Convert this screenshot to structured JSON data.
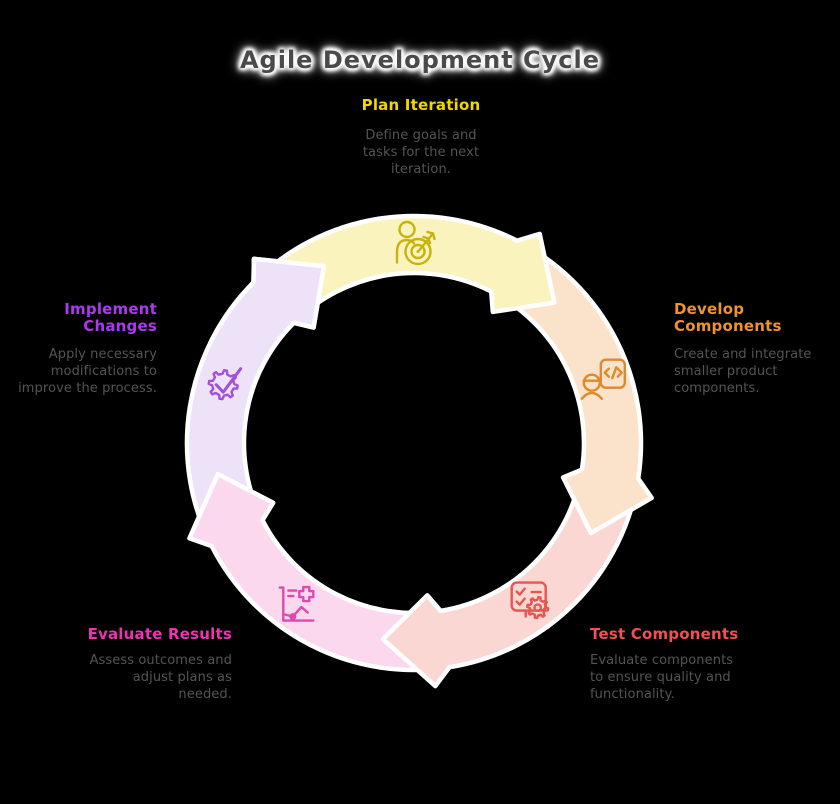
{
  "title": "Agile Development Cycle",
  "colors": {
    "background": "#000000",
    "title_text": "#4a4a4a",
    "title_halo": "#ffffff",
    "description_text": "#545454",
    "segment_outline": "#ffffff"
  },
  "steps": [
    {
      "label": "Plan Iteration",
      "description": "Define goals and tasks for the next iteration.",
      "title_color": "#f2d504",
      "band_color": "#faf3bd",
      "icon_color": "#c6b30e",
      "icon": "person-target-icon"
    },
    {
      "label": "Develop Components",
      "description": "Create and integrate smaller product components.",
      "title_color": "#f0922e",
      "band_color": "#fbe2ca",
      "icon_color": "#dd8a2b",
      "icon": "engineer-code-icon"
    },
    {
      "label": "Test Components",
      "description": "Evaluate components to ensure quality and functionality.",
      "title_color": "#f05050",
      "band_color": "#fad7d2",
      "icon_color": "#e4574f",
      "icon": "checklist-gear-icon"
    },
    {
      "label": "Evaluate Results",
      "description": "Assess outcomes and adjust plans as needed.",
      "title_color": "#f032b2",
      "band_color": "#fbd8ed",
      "icon_color": "#dd4aad",
      "icon": "chart-plus-icon"
    },
    {
      "label": "Implement Changes",
      "description": "Apply necessary modifications to improve the process.",
      "title_color": "#ad38f2",
      "band_color": "#eee2f9",
      "icon_color": "#a44fd9",
      "icon": "gear-check-icon"
    }
  ]
}
